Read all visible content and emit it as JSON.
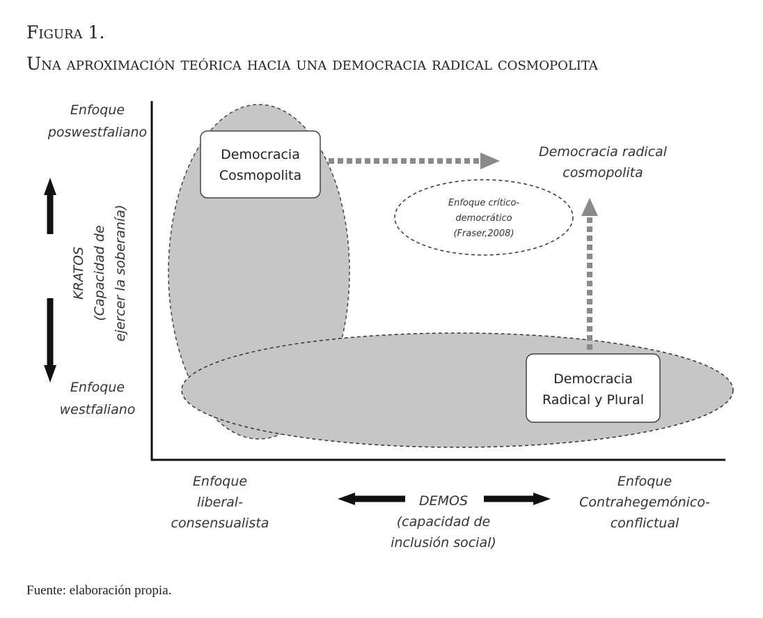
{
  "figure": {
    "number": "Figura 1.",
    "title": "Una aproximación teórica hacia una democracia radical cosmopolita",
    "source": "Fuente: elaboración propia."
  },
  "y_axis": {
    "top_label": [
      "Enfoque",
      "poswestfaliano"
    ],
    "bottom_label": [
      "Enfoque",
      "westfaliano"
    ],
    "title": [
      "KRATOS",
      "(Capacidad de",
      "ejercer la soberanía)"
    ]
  },
  "x_axis": {
    "left_label": [
      "Enfoque",
      "liberal-",
      "consensualista"
    ],
    "right_label": [
      "Enfoque",
      "Contrahegemónico-",
      "conflictual"
    ],
    "title": [
      "DEMOS",
      "(capacidad de",
      "inclusión social)"
    ]
  },
  "nodes": {
    "cosmopolita": [
      "Democracia",
      "Cosmopolita"
    ],
    "radical_plural": [
      "Democracia",
      "Radical y Plural"
    ],
    "target": [
      "Democracia radical",
      "cosmopolita"
    ],
    "critical": [
      "Enfoque crítico-",
      "democrático",
      "(Fraser,2008)"
    ]
  },
  "colors": {
    "ellipse_fill": "#c6c6c6",
    "arrow_dashed": "#8a8a8a",
    "text": "#222222"
  }
}
